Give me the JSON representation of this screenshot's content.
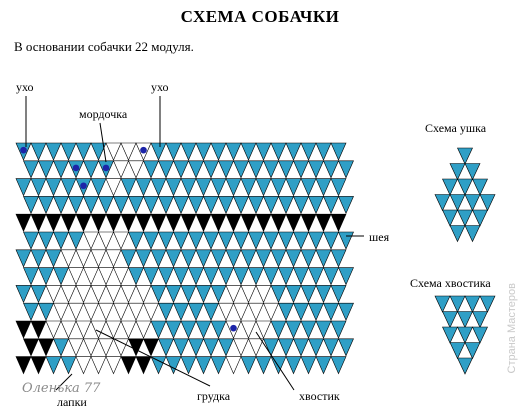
{
  "title": "СХЕМА СОБАЧКИ",
  "subtitle": "В основании собачки 22 модуля.",
  "labels": {
    "ear_left": "ухо",
    "muzzle": "мордочка",
    "ear_right": "ухо",
    "neck": "шея",
    "ear_scheme": "Схема ушка",
    "tail_scheme": "Схема хвостика",
    "chest": "грудка",
    "tail": "хвостик",
    "paws": "лапки"
  },
  "signature": "Оленька 77",
  "watermark": "Страна Мастеров",
  "colors": {
    "blue": "#2f9fc6",
    "black": "#000000",
    "white": "#ffffff",
    "dot": "#1c24a8",
    "outline": "#000000"
  },
  "main_grid": {
    "modules_in_base": 22,
    "legend": "B = blue, K = black, W = white",
    "rows": [
      "BBBBBBBBBBBBBBBBBBBBBB",
      "BBBBBBBBBBBBBBBBBBBBBB",
      "BBBBBBBBBBBBBBBBBBBBBB",
      "BBBBBBBBBBBBBBBBBBBBBB",
      "KKKKKKKKKKKKKKKKKKKKKK",
      "BBBBBBBBBBBBBBBBBBBBBB",
      "BBBBBBBBBBBBBBBBBBBBBB",
      "BBBBBBBBBBBBBBBBBBBBBB",
      "BBBBBBBBBBBBBBBBBBBBBB",
      "BBBBBBBBBBBBBBBBBBBBBB",
      "BBBBBBBBBBBBBBBBBBBBBB",
      "BBBBBBBBBBBBBBBBBBBBBB",
      "BBBBBBBBBBBBBBBBBBBBBB"
    ],
    "head_white": [
      [
        0,
        6
      ],
      [
        0,
        7
      ],
      [
        0,
        8
      ],
      [
        1,
        6
      ],
      [
        1,
        7
      ],
      [
        2,
        6
      ]
    ],
    "chest_white": [
      [
        5,
        4
      ],
      [
        5,
        5
      ],
      [
        5,
        6
      ],
      [
        6,
        3
      ],
      [
        6,
        4
      ],
      [
        6,
        5
      ],
      [
        6,
        6
      ],
      [
        7,
        3
      ],
      [
        7,
        4
      ],
      [
        7,
        5
      ],
      [
        7,
        6
      ],
      [
        8,
        2
      ],
      [
        8,
        3
      ],
      [
        8,
        4
      ],
      [
        8,
        5
      ],
      [
        8,
        6
      ],
      [
        8,
        7
      ],
      [
        8,
        8
      ],
      [
        9,
        2
      ],
      [
        9,
        3
      ],
      [
        9,
        4
      ],
      [
        9,
        5
      ],
      [
        9,
        6
      ],
      [
        9,
        7
      ],
      [
        9,
        8
      ],
      [
        10,
        2
      ],
      [
        10,
        3
      ],
      [
        10,
        4
      ],
      [
        10,
        5
      ],
      [
        10,
        6
      ],
      [
        10,
        7
      ],
      [
        10,
        8
      ],
      [
        11,
        3
      ],
      [
        11,
        4
      ],
      [
        11,
        5
      ],
      [
        11,
        6
      ],
      [
        11,
        7
      ],
      [
        12,
        4
      ],
      [
        12,
        5
      ],
      [
        12,
        6
      ]
    ],
    "tail_white": [
      [
        8,
        14
      ],
      [
        8,
        15
      ],
      [
        8,
        16
      ],
      [
        9,
        13
      ],
      [
        9,
        14
      ],
      [
        9,
        15
      ],
      [
        9,
        16
      ],
      [
        10,
        14
      ],
      [
        10,
        15
      ],
      [
        10,
        16
      ],
      [
        11,
        14
      ],
      [
        11,
        15
      ],
      [
        12,
        14
      ]
    ],
    "paws_black": [
      [
        10,
        0
      ],
      [
        10,
        1
      ],
      [
        11,
        0
      ],
      [
        11,
        1
      ],
      [
        11,
        7
      ],
      [
        11,
        8
      ],
      [
        12,
        0
      ],
      [
        12,
        1
      ],
      [
        12,
        7
      ],
      [
        12,
        8
      ]
    ],
    "dots": [
      [
        0,
        0
      ],
      [
        0,
        8
      ],
      [
        1,
        3
      ],
      [
        1,
        5
      ],
      [
        2,
        4
      ],
      [
        10,
        14
      ]
    ]
  },
  "ear_rows": [
    1,
    2,
    3,
    4,
    3,
    2
  ],
  "tail_rows": [
    4,
    3,
    3,
    2,
    1
  ]
}
